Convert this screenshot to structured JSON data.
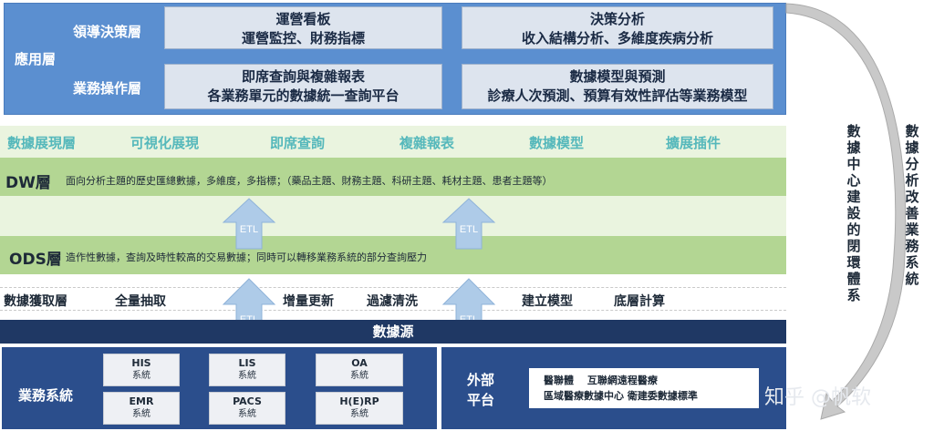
{
  "app_layer": {
    "label": "應用層",
    "decision": {
      "label": "領導決策層",
      "boxes": [
        {
          "title": "運營看板",
          "subtitle": "運營監控、財務指標"
        },
        {
          "title": "決策分析",
          "subtitle": "收入結構分析、多維度疾病分析"
        }
      ]
    },
    "operation": {
      "label": "業務操作層",
      "boxes": [
        {
          "title": "即席查詢與複雜報表",
          "subtitle": "各業務單元的數據統一查詢平台"
        },
        {
          "title": "數據模型與預測",
          "subtitle": "診療人次預測、預算有效性評估等業務模型"
        }
      ]
    }
  },
  "presentation_layer": {
    "items": [
      "數據展現層",
      "可視化展現",
      "即席查詢",
      "複雜報表",
      "數據模型",
      "擴展插件"
    ]
  },
  "dw_layer": {
    "title": "DW層",
    "description": "面向分析主題的歷史匯總數據，多維度，多指標；（藥品主題、財務主題、科研主題、耗材主題、患者主題等）"
  },
  "ods_layer": {
    "title": "ODS層",
    "description": "造作性數據，查詢及時性較高的交易數據；同時可以轉移業務系統的部分查詢壓力"
  },
  "acquisition_layer": {
    "items": [
      "數據獲取層",
      "全量抽取",
      "增量更新",
      "過濾清洗",
      "建立模型",
      "底層計算"
    ]
  },
  "etl_label": "ETL",
  "data_source": "數據源",
  "business_systems": {
    "label": "業務系統",
    "systems": [
      {
        "name": "HIS",
        "sub": "系統"
      },
      {
        "name": "LIS",
        "sub": "系統"
      },
      {
        "name": "OA",
        "sub": "系統"
      },
      {
        "name": "EMR",
        "sub": "系統"
      },
      {
        "name": "PACS",
        "sub": "系統"
      },
      {
        "name": "H(E)RP",
        "sub": "系統"
      }
    ]
  },
  "external_platform": {
    "label_line1": "外部",
    "label_line2": "平台",
    "line1": "醫聯體　 互聯網遠程醫療",
    "line2": "區域醫療數據中心  衛建委數據標準"
  },
  "closed_loop": {
    "inner_text": "數據中心建設的閉環體系",
    "outer_text": "數據分析改善業務系統"
  },
  "watermark": "知乎 @帆软",
  "colors": {
    "app_layer_bg": "#5b8fd0",
    "band_green": "#b3d693",
    "band_light": "#eaf4df",
    "presentation_text": "#55b8bb",
    "etl_arrow": "#aecbe8",
    "data_source_bg": "#1f3864",
    "bottom_panel_bg": "#2b4e8c"
  }
}
